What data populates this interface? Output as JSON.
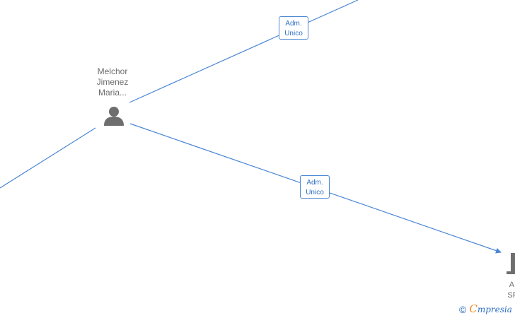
{
  "nodes": {
    "person": {
      "name_lines": [
        "Melchor",
        "Jimenez",
        "Maria..."
      ],
      "icon": "person-icon"
    },
    "company": {
      "name_lines": [
        "AM",
        "SPA"
      ],
      "icon": "building-icon"
    }
  },
  "edges": [
    {
      "role_lines": [
        "Adm.",
        "Unico"
      ]
    },
    {
      "role_lines": [
        "Adm.",
        "Unico"
      ]
    }
  ],
  "watermark": {
    "copyright": "©",
    "brand_first": "C",
    "brand_rest": "mpresia"
  },
  "colors": {
    "edge": "#4a86d4",
    "badge_text": "#2f6fc2",
    "node_icon": "#6e6e6e",
    "label_text": "#6b6b6b",
    "brand_accent": "#f08a1d"
  }
}
